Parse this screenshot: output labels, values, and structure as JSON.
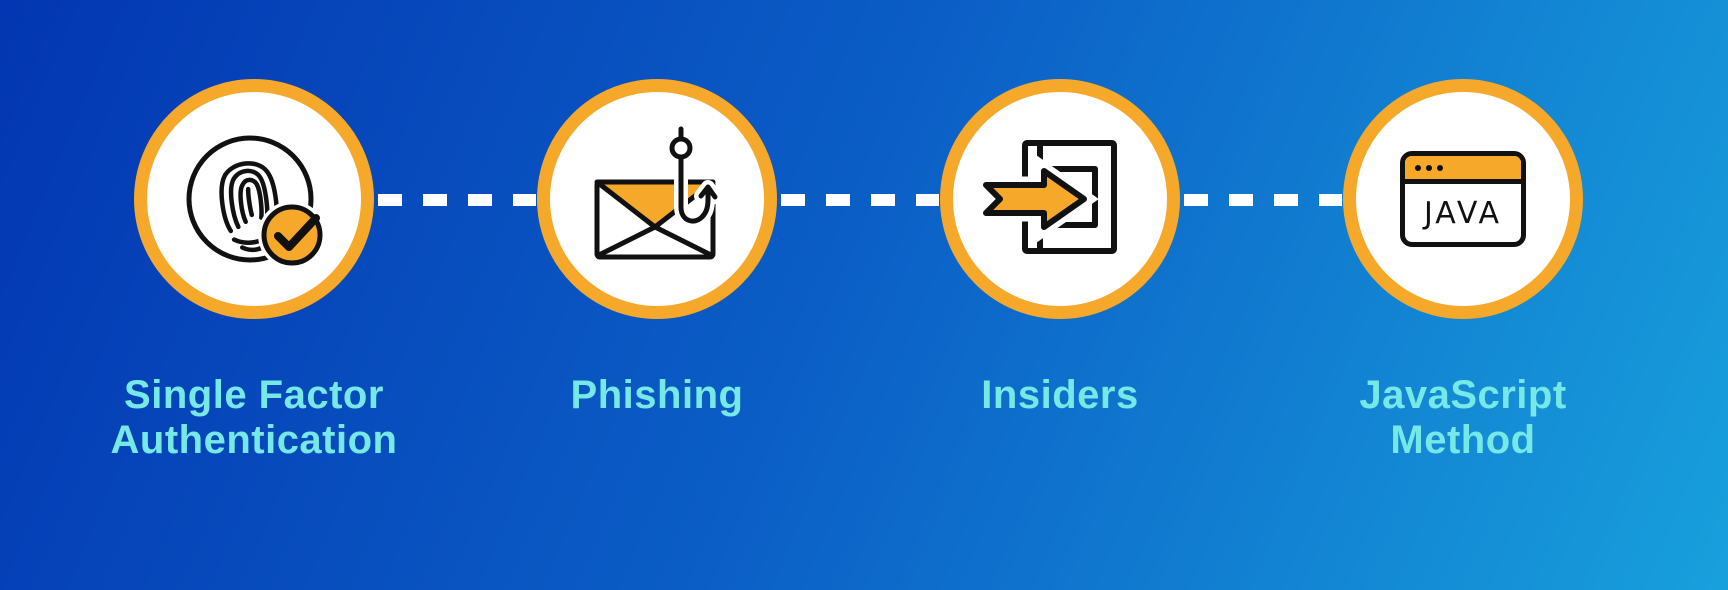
{
  "diagram": {
    "background": {
      "gradient_start": "#0336B2",
      "gradient_end": "#18A0DC"
    },
    "colors": {
      "accent_orange": "#F5A829",
      "label_cyan": "#76E9E6",
      "line_art_black": "#111111",
      "node_fill_white": "#FFFFFF",
      "connector_white": "#FFFFFF"
    },
    "connector_style": "white-dashed-line",
    "steps": [
      {
        "label": "Single Factor Authentication",
        "lines": [
          "Single Factor",
          "Authentication"
        ],
        "icon": "fingerprint-check-icon"
      },
      {
        "label": "Phishing",
        "lines": [
          "Phishing"
        ],
        "icon": "phishing-hook-email-icon"
      },
      {
        "label": "Insiders",
        "lines": [
          "Insiders"
        ],
        "icon": "insider-enter-arrow-icon"
      },
      {
        "label": "JavaScript Method",
        "lines": [
          "JavaScript",
          "Method"
        ],
        "icon": "java-browser-window-icon",
        "browser_text": "JAVA"
      }
    ]
  }
}
